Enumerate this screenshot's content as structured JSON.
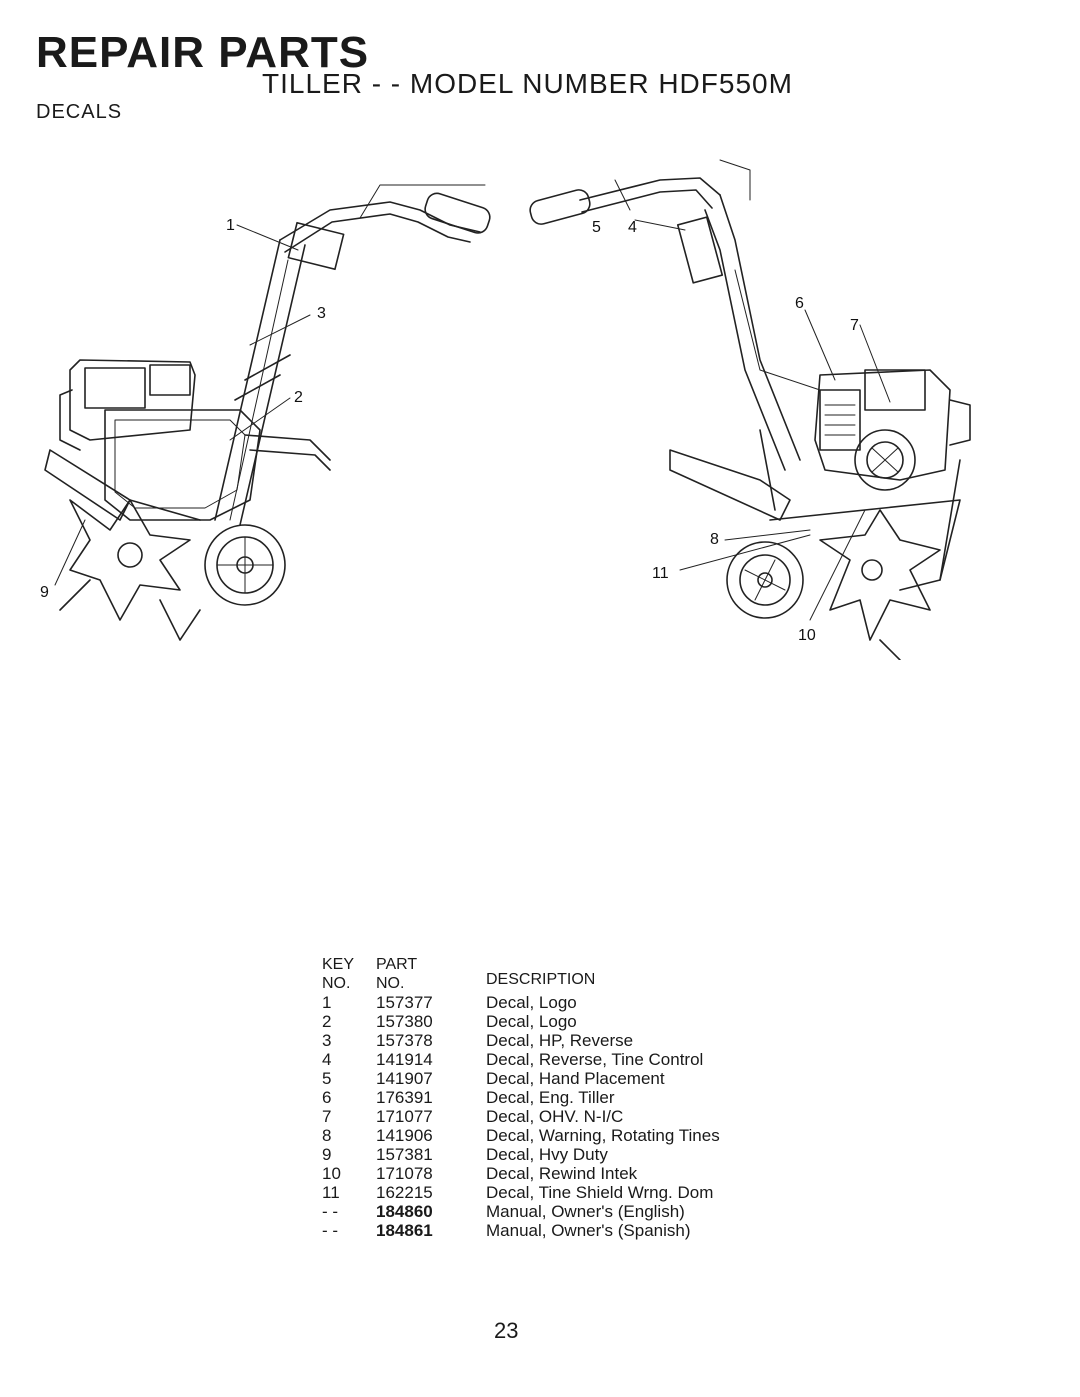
{
  "header": {
    "title": "REPAIR PARTS",
    "subtitle": "TILLER - - MODEL NUMBER HDF550M",
    "section": "DECALS"
  },
  "callouts_left": [
    "1",
    "3",
    "2",
    "9"
  ],
  "callouts_right": [
    "5",
    "4",
    "6",
    "7",
    "8",
    "11",
    "10"
  ],
  "table": {
    "headers": {
      "key_top": "KEY",
      "key_bottom": "NO.",
      "part_top": "PART",
      "part_bottom": "NO.",
      "description": "DESCRIPTION"
    },
    "rows": [
      {
        "key": "1",
        "part": "157377",
        "desc": "Decal, Logo"
      },
      {
        "key": "2",
        "part": "157380",
        "desc": "Decal, Logo"
      },
      {
        "key": "3",
        "part": "157378",
        "desc": "Decal, HP, Reverse"
      },
      {
        "key": "4",
        "part": "141914",
        "desc": "Decal, Reverse, Tine Control"
      },
      {
        "key": "5",
        "part": "141907",
        "desc": "Decal, Hand Placement"
      },
      {
        "key": "6",
        "part": "176391",
        "desc": "Decal, Eng. Tiller"
      },
      {
        "key": "7",
        "part": "171077",
        "desc": "Decal, OHV. N-I/C"
      },
      {
        "key": "8",
        "part": "141906",
        "desc": "Decal, Warning, Rotating Tines"
      },
      {
        "key": "9",
        "part": "157381",
        "desc": "Decal, Hvy Duty"
      },
      {
        "key": "10",
        "part": "171078",
        "desc": "Decal, Rewind Intek"
      },
      {
        "key": "11",
        "part": "162215",
        "desc": "Decal, Tine Shield Wrng. Dom"
      },
      {
        "key": "- -",
        "part": "184860",
        "desc": "Manual, Owner's (English)"
      },
      {
        "key": "- -",
        "part": "184861",
        "desc": "Manual, Owner's (Spanish)"
      }
    ]
  },
  "page_number": "23"
}
